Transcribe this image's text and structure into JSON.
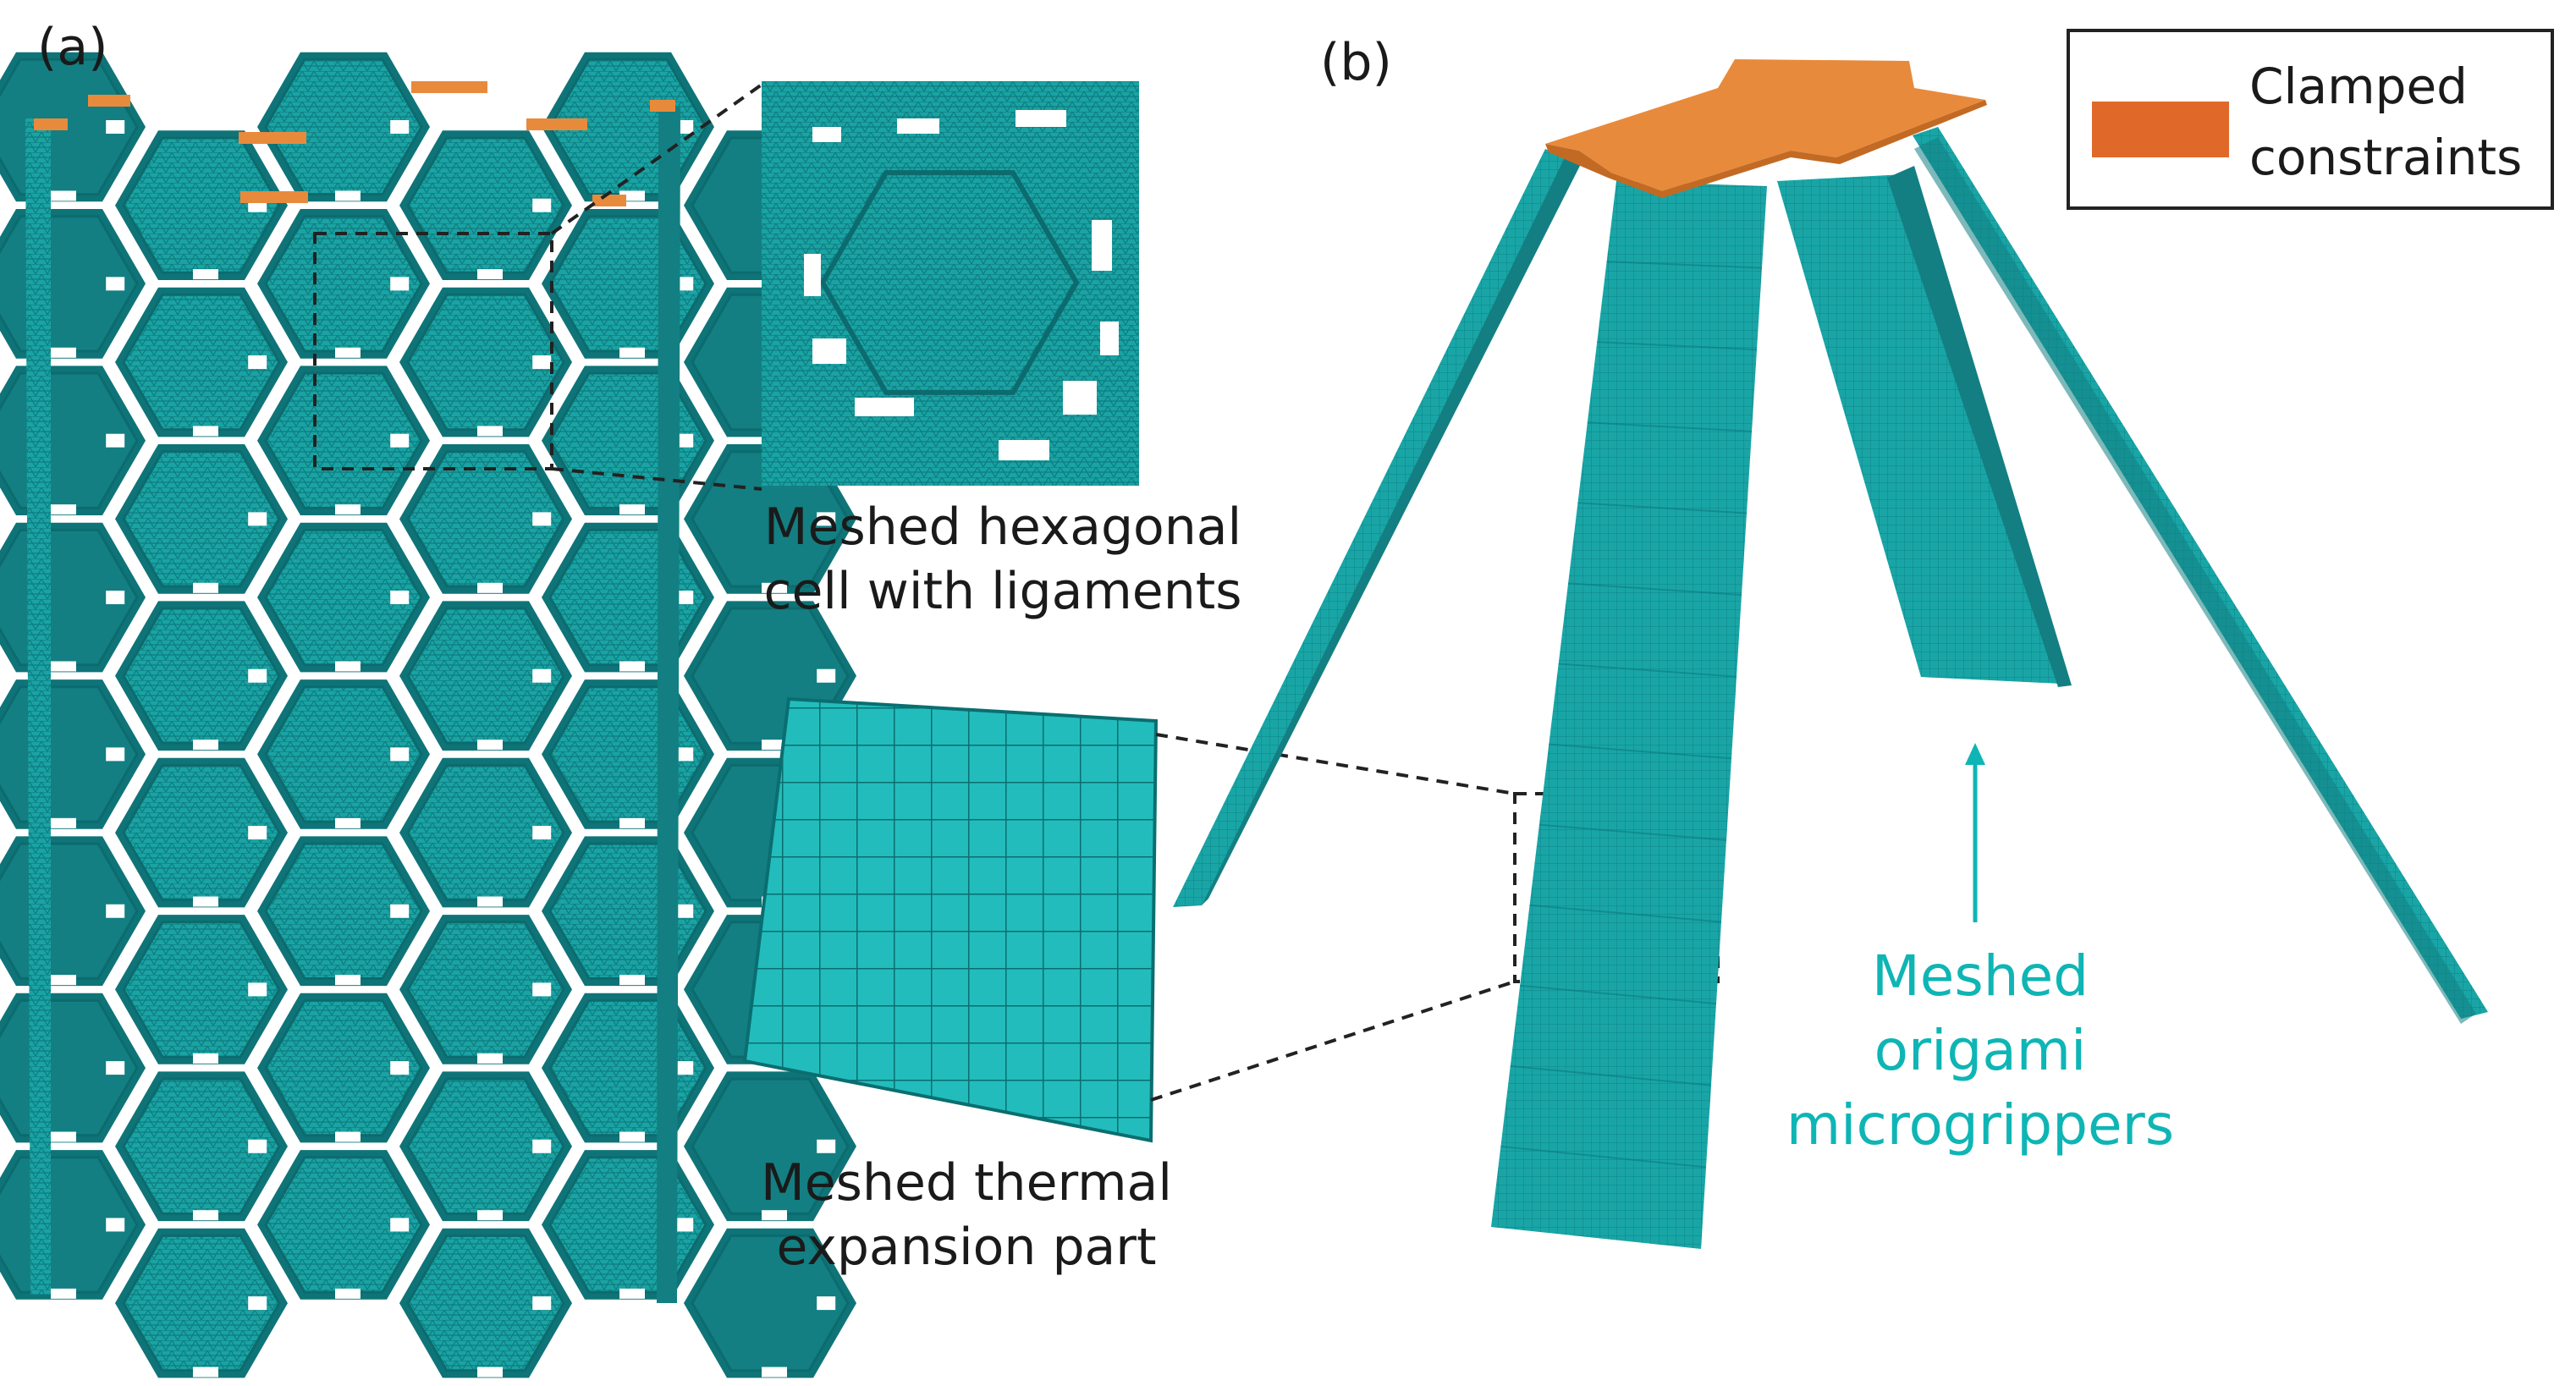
{
  "panels": [
    {
      "id": "a",
      "label": "(a)"
    },
    {
      "id": "b",
      "label": "(b)"
    }
  ],
  "captions": {
    "hex_cell": [
      "Meshed hexagonal",
      "cell with ligaments"
    ],
    "thermal_part": [
      "Meshed thermal",
      "expansion part"
    ],
    "origami": [
      "Meshed",
      "origami",
      "microgrippers"
    ]
  },
  "legend": {
    "label": [
      "Clamped",
      "constraints"
    ],
    "swatch_color": "#e0692a"
  },
  "colors": {
    "mesh": "#1aa3a3",
    "mesh_dark": "#137f82",
    "mesh_line": "#0c6b6e",
    "constraint": "#e88a3c",
    "accent_text": "#0fb5b5"
  }
}
